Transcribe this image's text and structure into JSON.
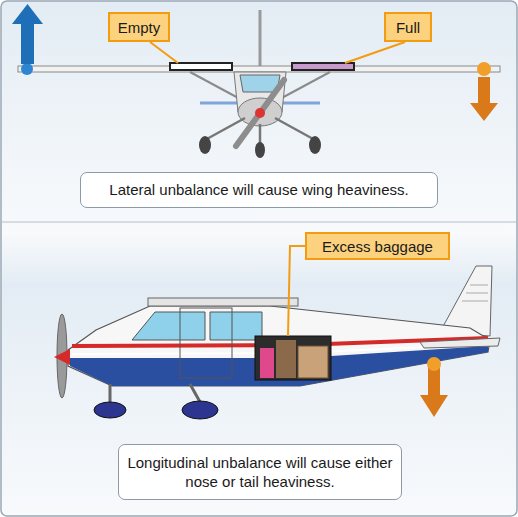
{
  "diagram": {
    "nodes": [
      {
        "text": [
          "Empty"
        ]
      },
      {
        "text": [
          "Full"
        ]
      },
      {
        "text": [
          "Lateral unbalance will cause wing heaviness."
        ]
      },
      {
        "text": [
          "Excess baggage"
        ]
      },
      {
        "text": [
          "Longitudinal unbalance will cause either nose or tail heaviness."
        ]
      }
    ]
  }
}
